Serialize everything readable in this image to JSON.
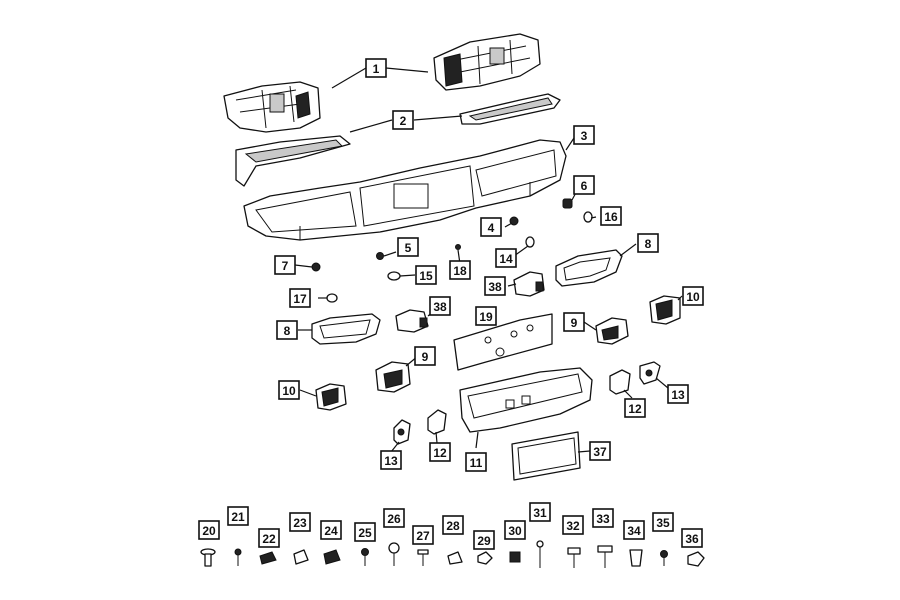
{
  "diagram": {
    "callouts": [
      {
        "id": "c1",
        "label": "1"
      },
      {
        "id": "c2",
        "label": "2"
      },
      {
        "id": "c3",
        "label": "3"
      },
      {
        "id": "c4",
        "label": "4"
      },
      {
        "id": "c5",
        "label": "5"
      },
      {
        "id": "c6",
        "label": "6"
      },
      {
        "id": "c7",
        "label": "7"
      },
      {
        "id": "c8a",
        "label": "8"
      },
      {
        "id": "c8b",
        "label": "8"
      },
      {
        "id": "c9a",
        "label": "9"
      },
      {
        "id": "c9b",
        "label": "9"
      },
      {
        "id": "c10a",
        "label": "10"
      },
      {
        "id": "c10b",
        "label": "10"
      },
      {
        "id": "c11",
        "label": "11"
      },
      {
        "id": "c12a",
        "label": "12"
      },
      {
        "id": "c12b",
        "label": "12"
      },
      {
        "id": "c13a",
        "label": "13"
      },
      {
        "id": "c13b",
        "label": "13"
      },
      {
        "id": "c14",
        "label": "14"
      },
      {
        "id": "c15",
        "label": "15"
      },
      {
        "id": "c16",
        "label": "16"
      },
      {
        "id": "c17",
        "label": "17"
      },
      {
        "id": "c18",
        "label": "18"
      },
      {
        "id": "c19",
        "label": "19"
      },
      {
        "id": "c37",
        "label": "37"
      },
      {
        "id": "c38a",
        "label": "38"
      },
      {
        "id": "c38b",
        "label": "38"
      },
      {
        "id": "c20",
        "label": "20"
      },
      {
        "id": "c21",
        "label": "21"
      },
      {
        "id": "c22",
        "label": "22"
      },
      {
        "id": "c23",
        "label": "23"
      },
      {
        "id": "c24",
        "label": "24"
      },
      {
        "id": "c25",
        "label": "25"
      },
      {
        "id": "c26",
        "label": "26"
      },
      {
        "id": "c27",
        "label": "27"
      },
      {
        "id": "c28",
        "label": "28"
      },
      {
        "id": "c29",
        "label": "29"
      },
      {
        "id": "c30",
        "label": "30"
      },
      {
        "id": "c31",
        "label": "31"
      },
      {
        "id": "c32",
        "label": "32"
      },
      {
        "id": "c33",
        "label": "33"
      },
      {
        "id": "c34",
        "label": "34"
      },
      {
        "id": "c35",
        "label": "35"
      },
      {
        "id": "c36",
        "label": "36"
      }
    ]
  }
}
